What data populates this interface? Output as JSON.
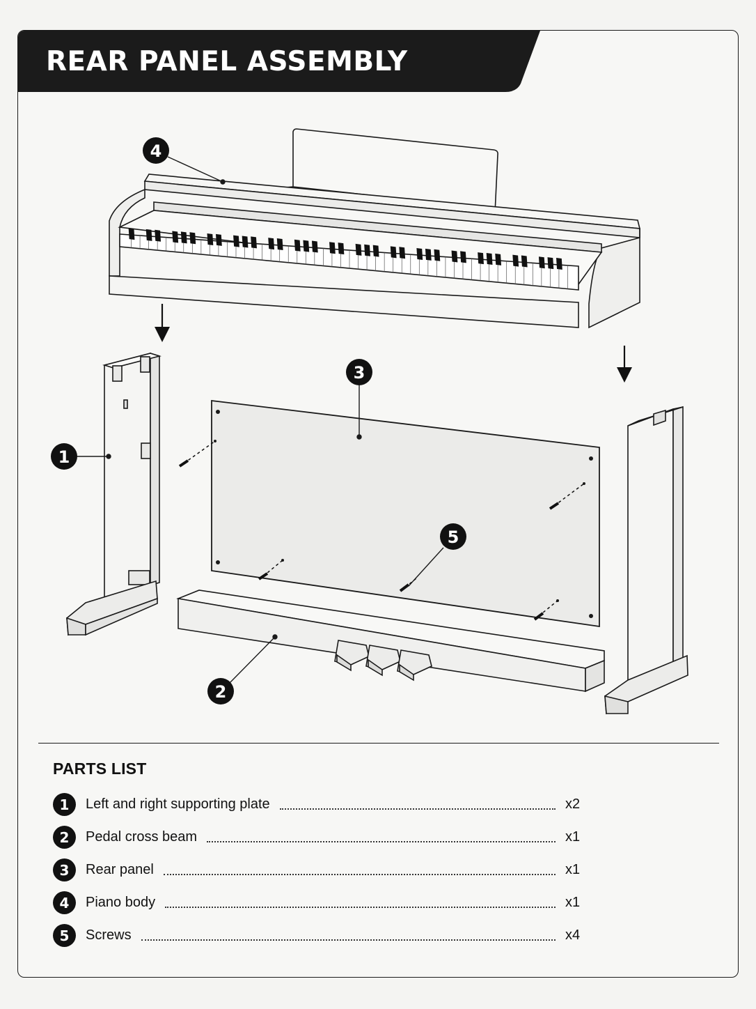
{
  "header": {
    "title": "REAR PANEL ASSEMBLY"
  },
  "colors": {
    "ink": "#111111",
    "banner": "#1b1b1b",
    "background": "#f7f7f5",
    "part_fill": "#f0f0ee"
  },
  "callouts": [
    {
      "number": "1",
      "part": "left-supporting-plate"
    },
    {
      "number": "2",
      "part": "pedal-cross-beam"
    },
    {
      "number": "3",
      "part": "rear-panel"
    },
    {
      "number": "4",
      "part": "piano-body"
    },
    {
      "number": "5",
      "part": "screws"
    }
  ],
  "parts_list": {
    "heading": "PARTS LIST",
    "items": [
      {
        "number": "1",
        "name": "Left and right supporting plate",
        "qty": "x2"
      },
      {
        "number": "2",
        "name": "Pedal cross beam",
        "qty": "x1"
      },
      {
        "number": "3",
        "name": "Rear panel",
        "qty": "x1"
      },
      {
        "number": "4",
        "name": "Piano body",
        "qty": "x1"
      },
      {
        "number": "5",
        "name": "Screws",
        "qty": "x4"
      }
    ]
  }
}
